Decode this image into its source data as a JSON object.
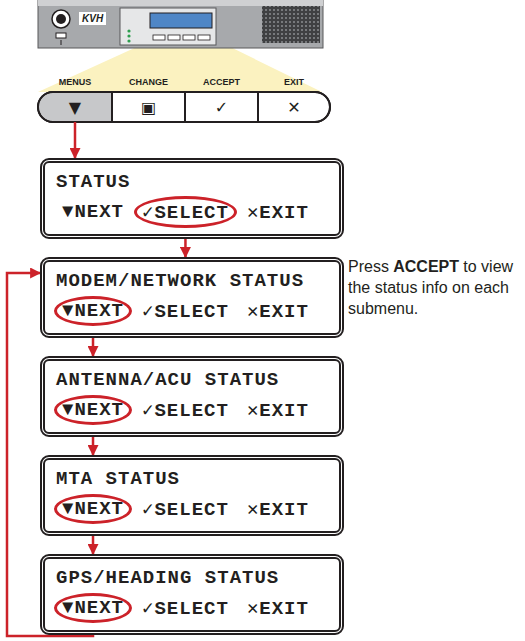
{
  "diagram": {
    "nodes": [
      {
        "text": [
          "MENUS",
          "▼"
        ]
      },
      {
        "text": [
          "CHANGE",
          "▣"
        ]
      },
      {
        "text": [
          "ACCEPT",
          "✓"
        ]
      },
      {
        "text": [
          "EXIT",
          "✕"
        ]
      },
      {
        "text": [
          "STATUS",
          "▼NEXT",
          "✓SELECT",
          "✕EXIT"
        ]
      },
      {
        "text": [
          "MODEM/NETWORK STATUS",
          "▼NEXT",
          "✓SELECT",
          "✕EXIT"
        ]
      },
      {
        "text": [
          "ANTENNA/ACU STATUS",
          "▼NEXT",
          "✓SELECT",
          "✕EXIT"
        ]
      },
      {
        "text": [
          "MTA STATUS",
          "▼NEXT",
          "✓SELECT",
          "✕EXIT"
        ]
      },
      {
        "text": [
          "GPS/HEADING STATUS",
          "▼NEXT",
          "✓SELECT",
          "✕EXIT"
        ]
      }
    ],
    "edges": [
      {
        "from": 0,
        "to": 4,
        "arrow": "to"
      },
      {
        "from": 4,
        "to": 5,
        "arrow": "to"
      },
      {
        "from": 5,
        "to": 6,
        "arrow": "to"
      },
      {
        "from": 6,
        "to": 7,
        "arrow": "to"
      },
      {
        "from": 7,
        "to": 8,
        "arrow": "to"
      },
      {
        "from": 8,
        "to": 5,
        "arrow": "to"
      }
    ],
    "labels": [
      "KVH",
      "Press",
      "ACCEPT",
      "to view the status info on each submenu."
    ]
  }
}
